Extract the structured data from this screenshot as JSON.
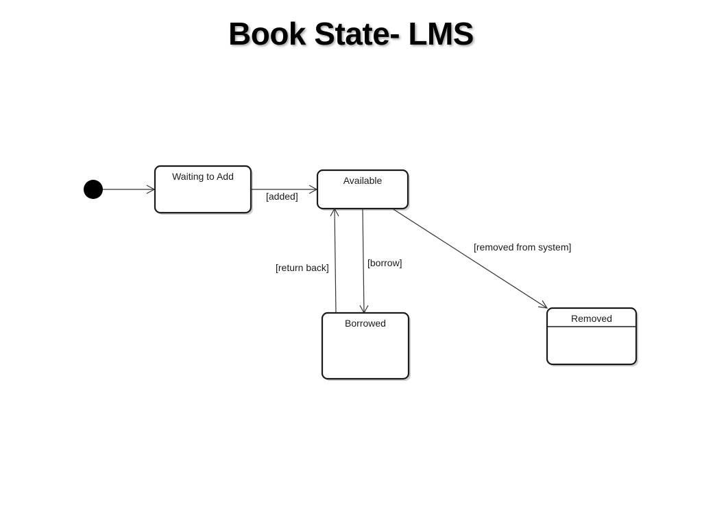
{
  "title": "Book State- LMS",
  "diagram": {
    "states": {
      "waiting": "Waiting to Add",
      "available": "Available",
      "borrowed": "Borrowed",
      "removed": "Removed"
    },
    "transitions": {
      "added": "[added]",
      "borrow": "[borrow]",
      "return_back": "[return back]",
      "removed_from_system": "[removed from system]"
    }
  }
}
